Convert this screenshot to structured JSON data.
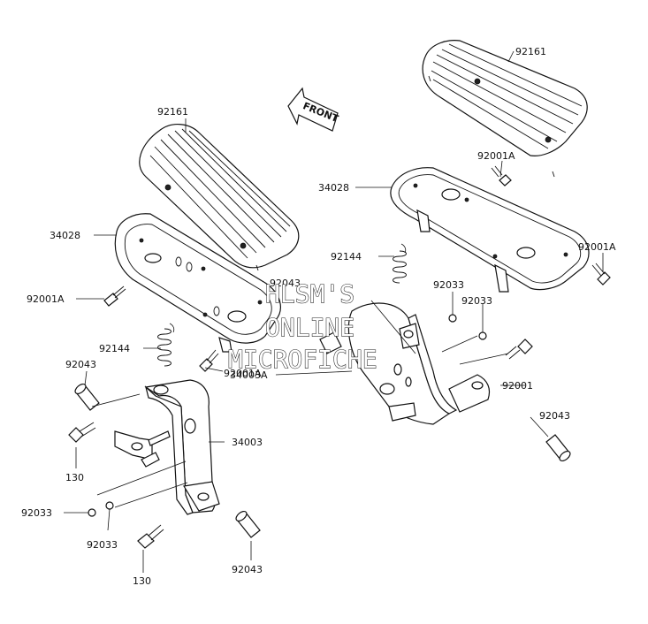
{
  "watermark": {
    "line1": "HLSM'S",
    "line2": "ONLINE",
    "line3": "MICROFICHE"
  },
  "front_arrow": {
    "label": "FRONT"
  },
  "labels": {
    "l92161_left": "92161",
    "l92161_right": "92161",
    "l34028_left": "34028",
    "l34028_right": "34028",
    "l92001A_left": "92001A",
    "l92001A_left2": "92001A",
    "l92001A_right_top": "92001A",
    "l92001A_right": "92001A",
    "l92144_left": "92144",
    "l92144_right": "92144",
    "l92043_center": "92043",
    "l92043_left_top": "92043",
    "l92043_left_bottom": "92043",
    "l92043_right": "92043",
    "l92033_r1": "92033",
    "l92033_r2": "92033",
    "l92033_left": "92033",
    "l92033_left2": "92033",
    "l34003A": "34003A",
    "l34003": "34003",
    "l92001": "92001",
    "l130_top": "130",
    "l130_bottom": "130"
  }
}
